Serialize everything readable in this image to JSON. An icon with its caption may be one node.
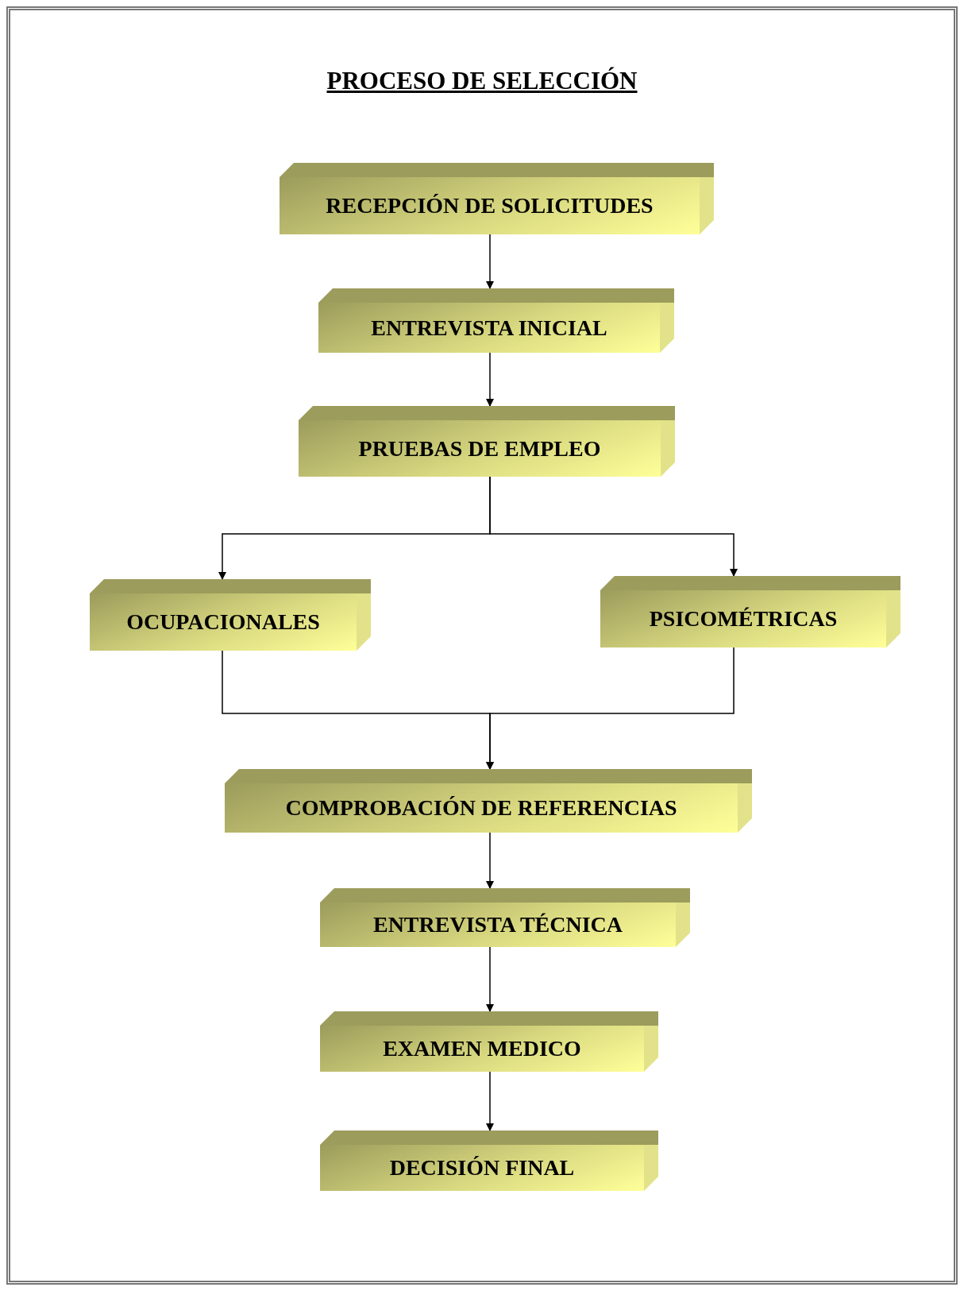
{
  "diagram": {
    "title": "PROCESO DE SELECCIÓN",
    "nodes": [
      {
        "text": [
          "RECEPCIÓN DE SOLICITUDES"
        ]
      },
      {
        "text": [
          "ENTREVISTA INICIAL"
        ]
      },
      {
        "text": [
          "PRUEBAS DE EMPLEO"
        ]
      },
      {
        "text": [
          "OCUPACIONALES"
        ]
      },
      {
        "text": [
          "PSICOMÉTRICAS"
        ]
      },
      {
        "text": [
          "COMPROBACIÓN DE REFERENCIAS"
        ]
      },
      {
        "text": [
          "ENTREVISTA TÉCNICA"
        ]
      },
      {
        "text": [
          "EXAMEN MEDICO"
        ]
      },
      {
        "text": [
          "DECISIÓN FINAL"
        ]
      }
    ],
    "edges": [
      {
        "from": 0,
        "to": 1,
        "arrow": "to"
      },
      {
        "from": 1,
        "to": 2,
        "arrow": "to"
      },
      {
        "from": 2,
        "to": 3,
        "arrow": "to"
      },
      {
        "from": 2,
        "to": 4,
        "arrow": "to"
      },
      {
        "from": 3,
        "to": 5,
        "arrow": "to"
      },
      {
        "from": 4,
        "to": 5,
        "arrow": "to"
      },
      {
        "from": 5,
        "to": 6,
        "arrow": "to"
      },
      {
        "from": 6,
        "to": 7,
        "arrow": "to"
      },
      {
        "from": 7,
        "to": 8,
        "arrow": "to"
      }
    ]
  }
}
